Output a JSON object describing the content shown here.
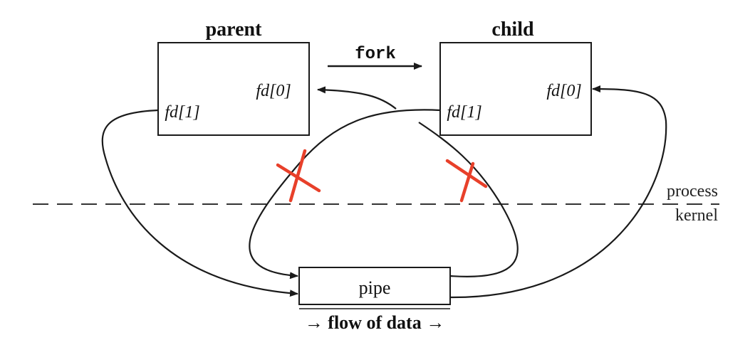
{
  "diagram": {
    "parent_title": "parent",
    "child_title": "child",
    "fork_label": "fork",
    "parent_fd0": "fd[0]",
    "parent_fd1": "fd[1]",
    "child_fd0": "fd[0]",
    "child_fd1": "fd[1]",
    "pipe_label": "pipe",
    "flow_label": "→ flow of data →",
    "process_label": "process",
    "kernel_label": "kernel",
    "cross_mark_color": "#e8402a"
  }
}
